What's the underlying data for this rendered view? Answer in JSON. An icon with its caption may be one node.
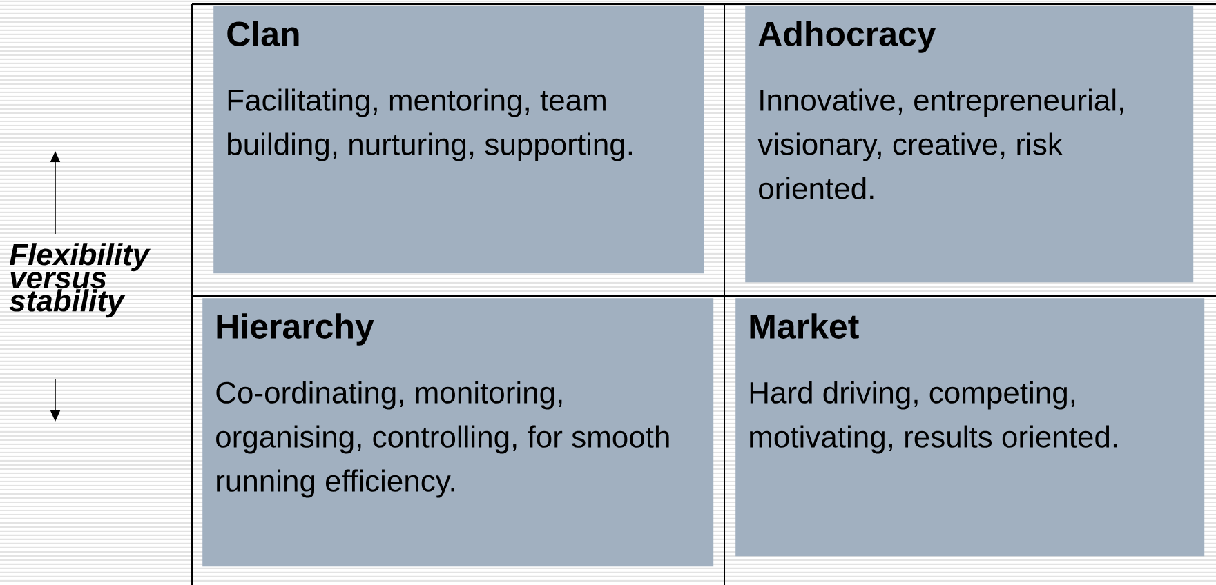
{
  "diagram": {
    "nodes": [
      {
        "text": [
          "Clan",
          "Facilitating, mentoring, team building, nurturing, supporting."
        ]
      },
      {
        "text": [
          "Adhocracy",
          "Innovative, entrepreneurial, visionary, creative, risk oriented."
        ]
      },
      {
        "text": [
          "Hierarchy",
          "Co-ordinating, monitoring, organising, controlling, for smooth running efficiency."
        ]
      },
      {
        "text": [
          "Market",
          "Hard driving, competing, motivating, results oriented."
        ]
      }
    ],
    "labels": [
      "Flexibility versus stability"
    ]
  }
}
